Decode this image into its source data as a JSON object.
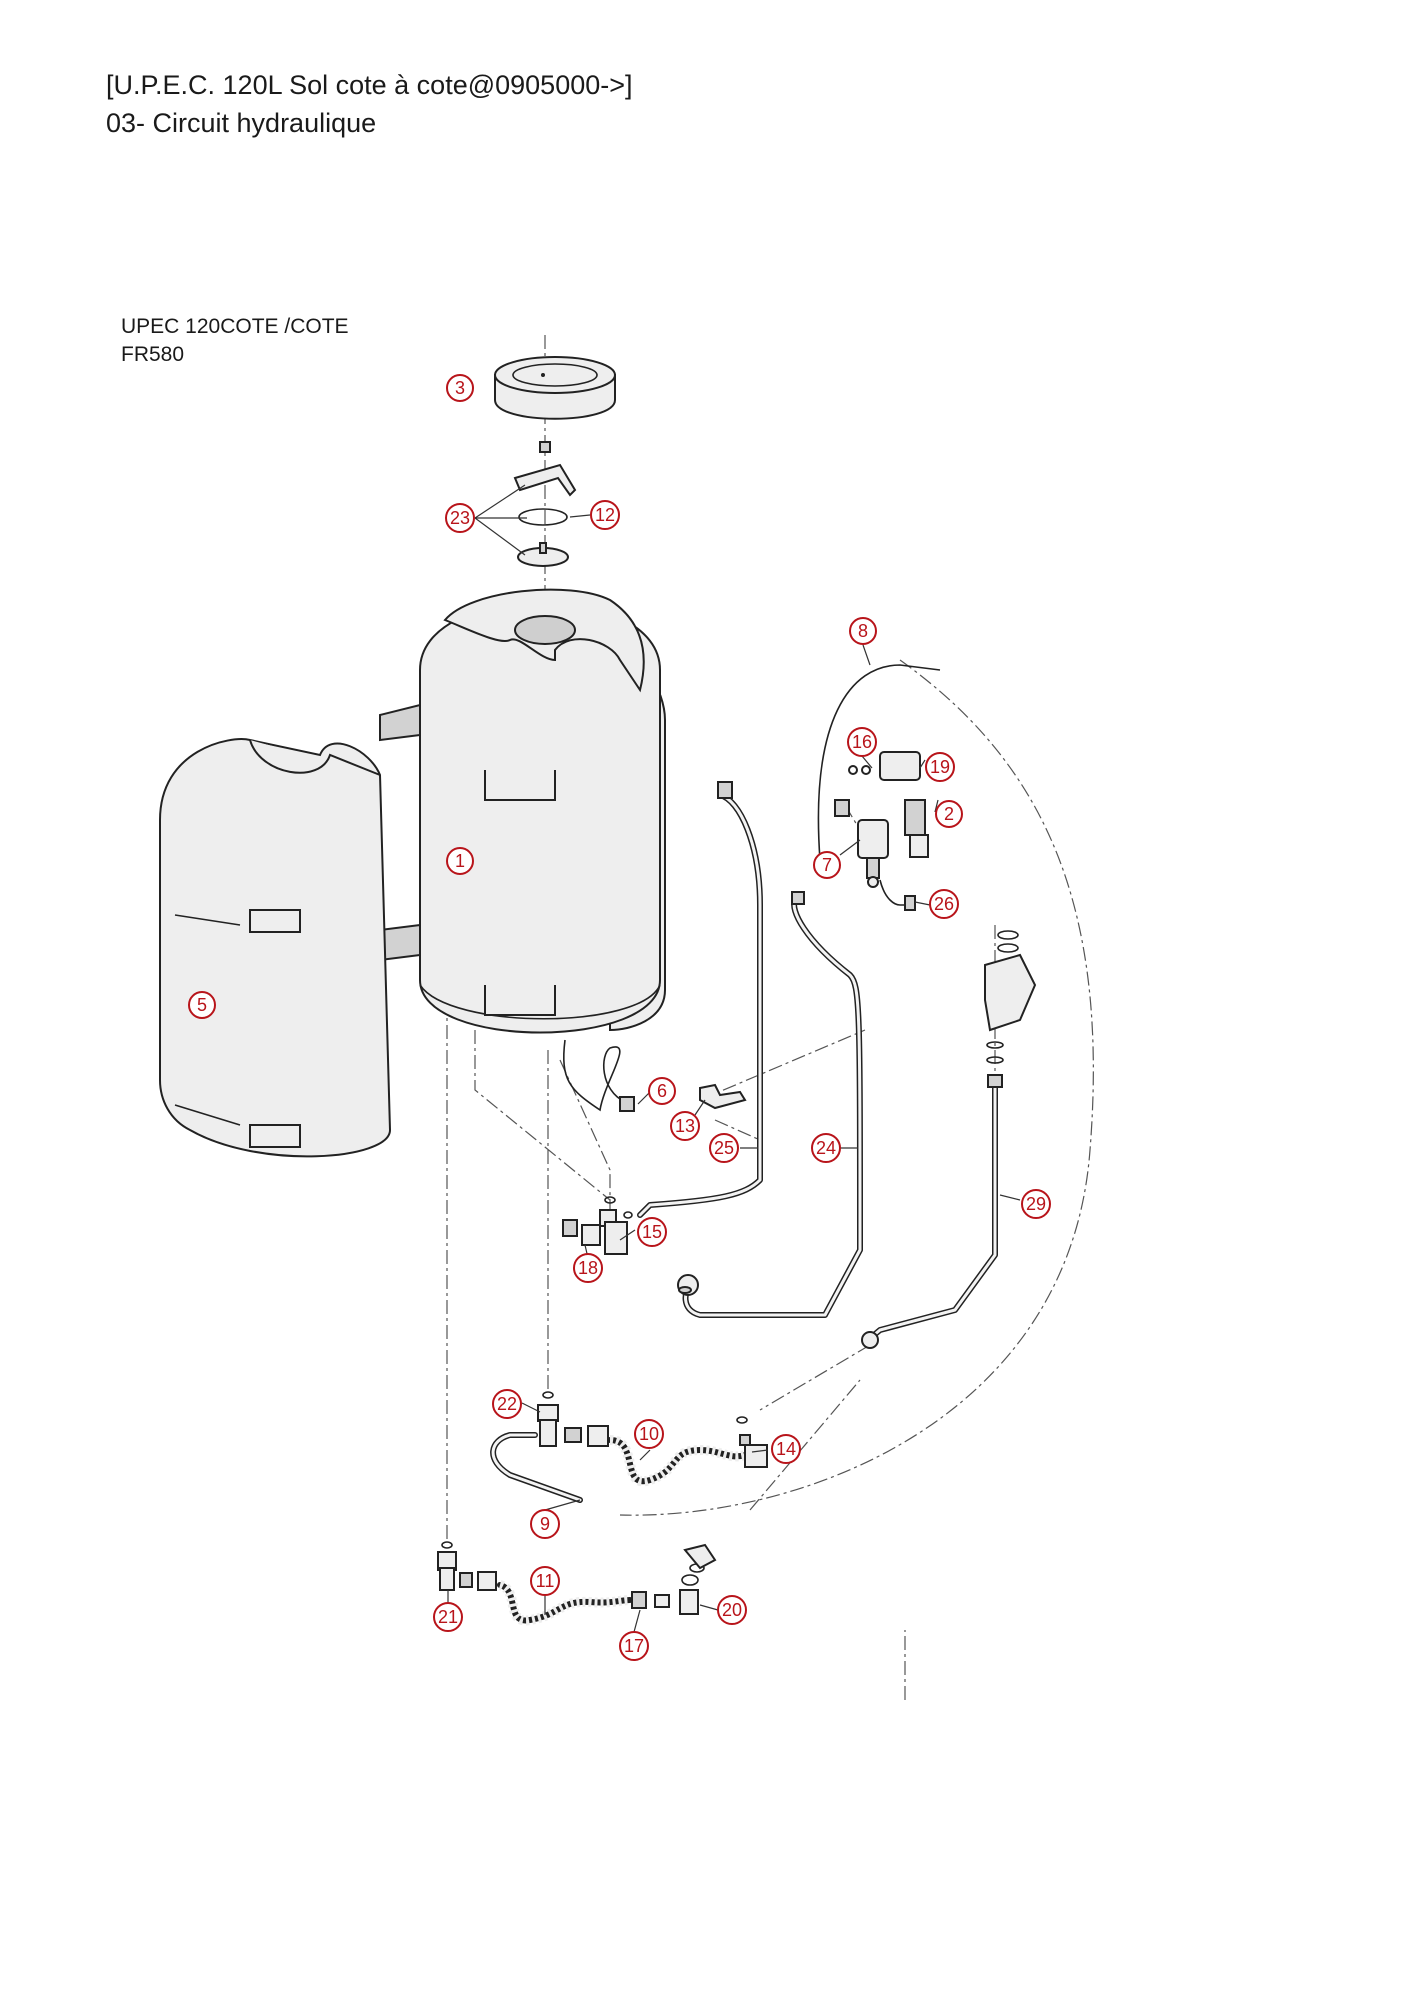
{
  "header": {
    "title": "[U.P.E.C. 120L Sol cote à cote@0905000->]",
    "subtitle": "03- Circuit hydraulique"
  },
  "model": {
    "line1": "UPEC 120COTE /COTE",
    "line2": "FR580"
  },
  "callouts": [
    {
      "id": "c3",
      "label": "3"
    },
    {
      "id": "c23",
      "label": "23"
    },
    {
      "id": "c12",
      "label": "12"
    },
    {
      "id": "c8",
      "label": "8"
    },
    {
      "id": "c16",
      "label": "16"
    },
    {
      "id": "c19",
      "label": "19"
    },
    {
      "id": "c2",
      "label": "2"
    },
    {
      "id": "c7",
      "label": "7"
    },
    {
      "id": "c26",
      "label": "26"
    },
    {
      "id": "c1",
      "label": "1"
    },
    {
      "id": "c5",
      "label": "5"
    },
    {
      "id": "c6",
      "label": "6"
    },
    {
      "id": "c13",
      "label": "13"
    },
    {
      "id": "c25",
      "label": "25"
    },
    {
      "id": "c24",
      "label": "24"
    },
    {
      "id": "c29",
      "label": "29"
    },
    {
      "id": "c15",
      "label": "15"
    },
    {
      "id": "c18",
      "label": "18"
    },
    {
      "id": "c22",
      "label": "22"
    },
    {
      "id": "c10",
      "label": "10"
    },
    {
      "id": "c14",
      "label": "14"
    },
    {
      "id": "c9",
      "label": "9"
    },
    {
      "id": "c11",
      "label": "11"
    },
    {
      "id": "c20",
      "label": "20"
    },
    {
      "id": "c21",
      "label": "21"
    },
    {
      "id": "c17",
      "label": "17"
    }
  ],
  "colors": {
    "callout": "#b8141a",
    "line": "#222222",
    "fill": "#eeeeee"
  }
}
